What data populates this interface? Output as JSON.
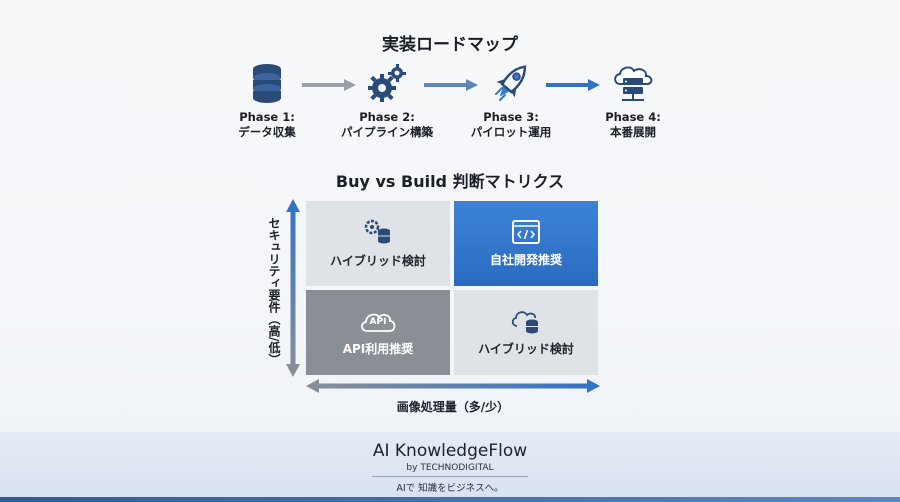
{
  "title": "実装ロードマップ",
  "phases": [
    {
      "line1": "Phase 1:",
      "line2": "データ収集",
      "icon": "database-icon"
    },
    {
      "line1": "Phase 2:",
      "line2": "パイプライン構築",
      "icon": "gears-icon"
    },
    {
      "line1": "Phase 3:",
      "line2": "パイロット運用",
      "icon": "rocket-icon"
    },
    {
      "line1": "Phase 4:",
      "line2": "本番展開",
      "icon": "cloud-server-icon"
    }
  ],
  "matrix": {
    "title": "Buy vs Build 判断マトリクス",
    "y_axis_label": "セキュリティ要件（高/低）",
    "x_axis_label": "画像処理量（多/少）",
    "cells": {
      "top_left": {
        "label": "ハイブリッド検討",
        "icon": "gear-database-icon"
      },
      "top_right": {
        "label": "自社開発推奨",
        "icon": "code-window-icon"
      },
      "bottom_left": {
        "label": "API利用推奨",
        "icon_text": "API",
        "icon": "api-cloud-icon"
      },
      "bottom_right": {
        "label": "ハイブリッド検討",
        "icon": "cloud-database-icon"
      }
    }
  },
  "footer": {
    "brand": "AI KnowledgeFlow",
    "byline": "by TECHNODIGITAL",
    "tagline": "AIで 知識をビジネスへ。"
  },
  "colors": {
    "accent_blue": "#2f73c9",
    "dark_gray": "#8a8f96",
    "light_gray": "#dfe2e6",
    "arrow_gray": "#9aa0a8",
    "icon_navy": "#2a4a78"
  }
}
